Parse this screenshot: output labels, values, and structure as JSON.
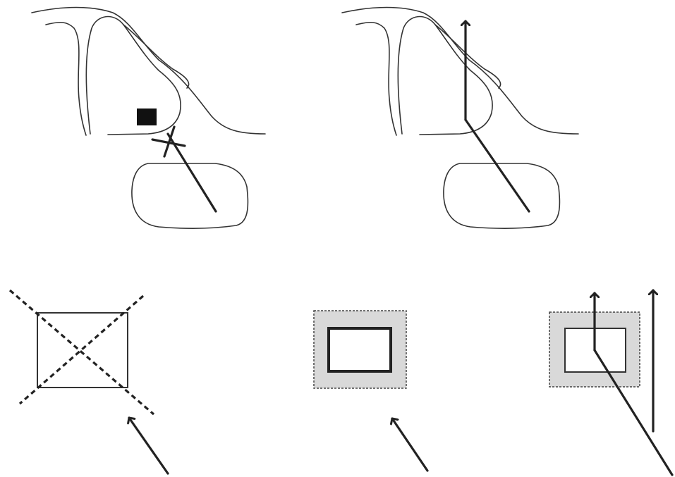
{
  "colors": {
    "background": "#ffffff",
    "line": "#222222",
    "outline": "#333333",
    "lesion": "#111111",
    "zone_fill": "#d9d9d9",
    "zone_border": "#444444"
  },
  "panels": [
    {
      "id": "top-left",
      "elements": [
        "anatomy-outline",
        "target-lesion",
        "needle-path",
        "blocked-cross-mark"
      ]
    },
    {
      "id": "top-right",
      "elements": [
        "anatomy-outline",
        "needle-path",
        "redirect-arrow"
      ]
    },
    {
      "id": "bottom-left",
      "elements": [
        "target-box",
        "dashed-cross",
        "approach-arrow"
      ]
    },
    {
      "id": "bottom-middle",
      "elements": [
        "target-box",
        "margin-zone",
        "approach-arrow"
      ]
    },
    {
      "id": "bottom-right",
      "elements": [
        "target-box",
        "margin-zone",
        "angled-path",
        "redirect-arrow",
        "vertical-arrow"
      ]
    }
  ]
}
